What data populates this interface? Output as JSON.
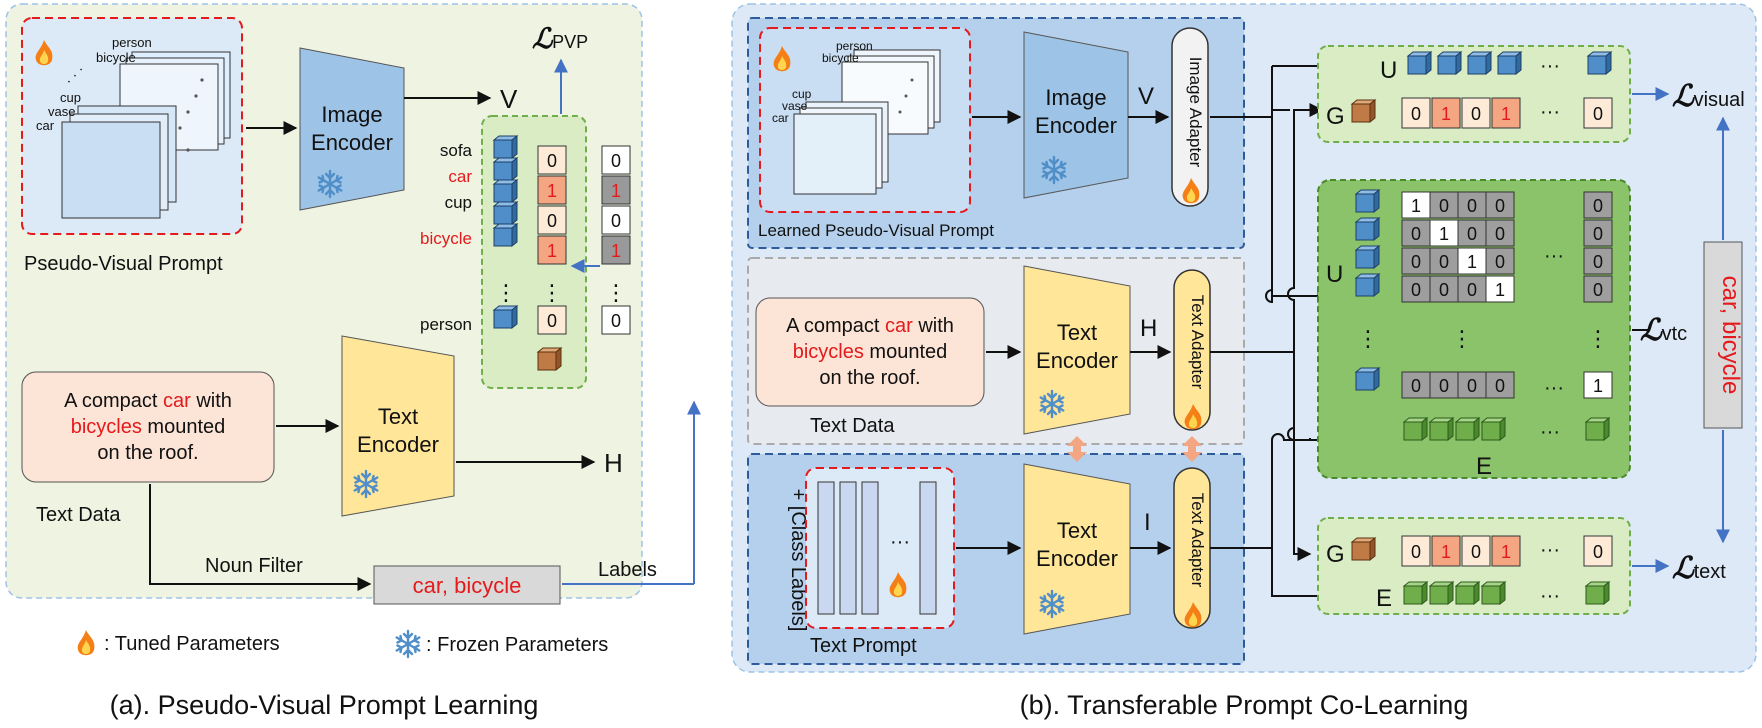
{
  "panel_a": {
    "caption": "(a). Pseudo-Visual Prompt Learning",
    "pvp_title": "Pseudo-Visual Prompt",
    "stack_labels": [
      "person",
      "bicycle",
      "cup",
      "vase",
      "car"
    ],
    "stack_dots": "·  ·  ·",
    "image_encoder": [
      "Image",
      "Encoder"
    ],
    "text_encoder": [
      "Text",
      "Encoder"
    ],
    "v": "V",
    "h": "H",
    "loss_pvp": {
      "main": "ℒ",
      "sub": "PVP"
    },
    "classes": [
      "sofa",
      "car",
      "cup",
      "bicycle",
      "person"
    ],
    "pred_values": [
      "0",
      "1",
      "0",
      "1",
      "0"
    ],
    "label_values": [
      "0",
      "1",
      "0",
      "1",
      "0"
    ],
    "vdots": "⋮",
    "text_data_box": {
      "line1_pre": "A compact ",
      "line1_hl": "car",
      "line1_post": " with",
      "line2_hl": "bicycles",
      "line2_post": " mounted",
      "line3": "on the roof."
    },
    "text_data_label": "Text Data",
    "noun_filter": "Noun Filter",
    "labels_text": "Labels",
    "filter_result": "car, bicycle",
    "legend_tuned": ": Tuned Parameters",
    "legend_frozen": ": Frozen Parameters"
  },
  "panel_b": {
    "caption": "(b). Transferable Prompt Co-Learning",
    "learned_pvp": "Learned Pseudo-Visual Prompt",
    "stack_labels": [
      "person",
      "bicycle",
      "cup",
      "vase",
      "car"
    ],
    "image_encoder": [
      "Image",
      "Encoder"
    ],
    "text_encoder": [
      "Text",
      "Encoder"
    ],
    "image_adapter": "Image Adapter",
    "text_adapter": "Text Adapter",
    "v": "V",
    "h": "H",
    "i": "I",
    "u": "U",
    "g": "G",
    "e": "E",
    "text_data_box": {
      "line1_pre": "A compact ",
      "line1_hl": "car",
      "line1_post": " with",
      "line2_hl": "bicycles",
      "line2_post": " mounted",
      "line3": "on the roof."
    },
    "text_data_label": "Text Data",
    "text_prompt": "Text Prompt",
    "class_labels": "+ [Class Labels]",
    "ellipsis": "···",
    "g_values": [
      "0",
      "1",
      "0",
      "1",
      "0"
    ],
    "matrix_rows": [
      [
        "1",
        "0",
        "0",
        "0",
        "0"
      ],
      [
        "0",
        "1",
        "0",
        "0",
        "0"
      ],
      [
        "0",
        "0",
        "1",
        "0",
        "0"
      ],
      [
        "0",
        "0",
        "0",
        "1",
        "0"
      ],
      [
        "0",
        "0",
        "0",
        "0",
        "1"
      ]
    ],
    "loss_visual": {
      "main": "ℒ",
      "sub": "visual"
    },
    "loss_vtc": {
      "main": "ℒ",
      "sub": "vtc"
    },
    "loss_text": {
      "main": "ℒ",
      "sub": "text"
    },
    "side_label": "car, bicycle"
  },
  "colors": {
    "panel_a_bg": "#eef3e2",
    "panel_b_bg": "#dde9f6",
    "blue_cube": "#4f8ec9",
    "green_cube": "#6fae4a",
    "brown_cube": "#c07a45",
    "image_encoder": "#9dc3e6",
    "text_encoder": "#ffe699",
    "highlight": "#e41a1c",
    "arrow_blue": "#4472c4",
    "orange_cell": "#f4a582",
    "gray_cell": "#999999"
  }
}
